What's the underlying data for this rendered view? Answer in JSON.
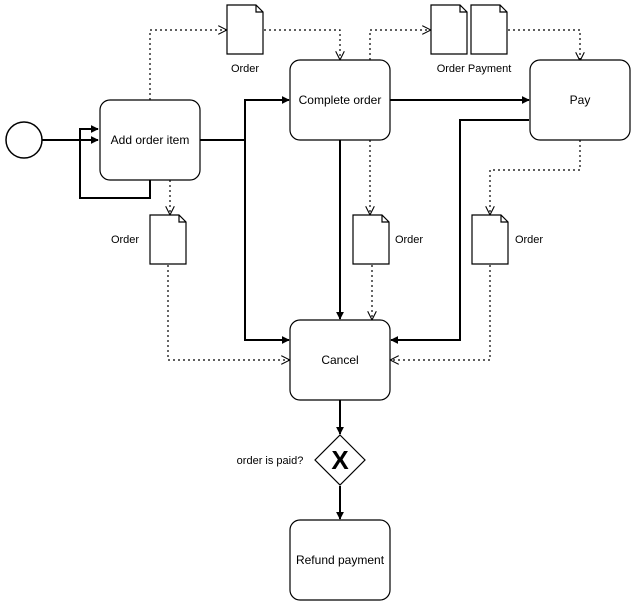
{
  "diagram": {
    "tasks": {
      "add_order_item": "Add order item",
      "complete_order": "Complete order",
      "pay": "Pay",
      "cancel": "Cancel",
      "refund_payment": "Refund payment"
    },
    "gateway": {
      "label": "order is paid?",
      "symbol": "X"
    },
    "data_objects": {
      "order_top": "Order",
      "order_payment_top": "Order Payment",
      "order_left": "Order",
      "order_center": "Order",
      "order_right": "Order"
    },
    "colors": {
      "stroke": "#000000",
      "fill": "#ffffff"
    }
  }
}
